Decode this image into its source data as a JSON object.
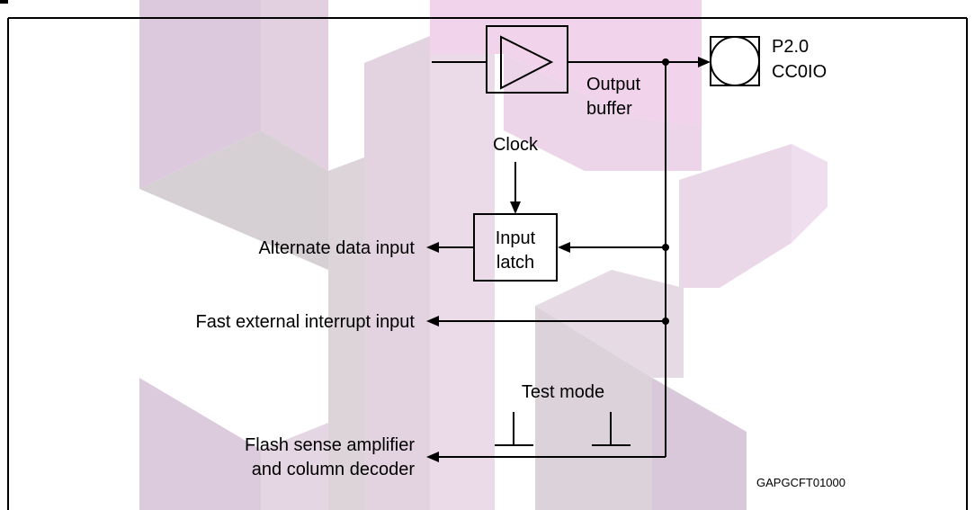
{
  "figure": {
    "pin_name": "P2.0",
    "pin_function": "CC0IO",
    "output_buffer_label": [
      "Output",
      "buffer"
    ],
    "clock_label": "Clock",
    "input_latch_label": [
      "Input",
      "latch"
    ],
    "alternate_data_input_label": "Alternate data input",
    "fast_interrupt_label": "Fast external interrupt input",
    "test_mode_label": "Test mode",
    "flash_sense_label": [
      "Flash sense amplifier",
      "and column decoder"
    ],
    "figure_code": "GAPGCFT01000"
  },
  "colors": {
    "watermark_pink": "#f0d0ea",
    "watermark_purple": "#d8c8dc",
    "watermark_gray": "#dcd6da",
    "line": "#000000"
  }
}
